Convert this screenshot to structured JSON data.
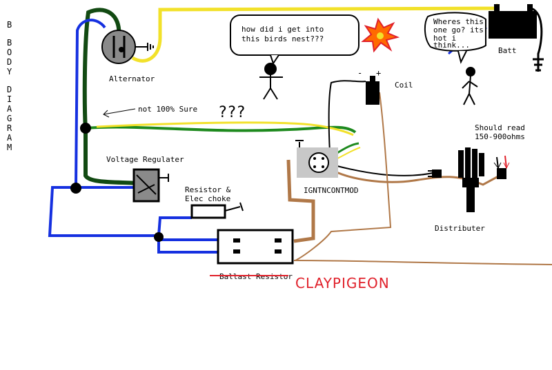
{
  "title_vertical": [
    "B",
    "",
    "B",
    "O",
    "D",
    "Y",
    "",
    "D",
    "I",
    "A",
    "G",
    "R",
    "A",
    "M"
  ],
  "labels": {
    "alternator": "Alternator",
    "voltage_regulator": "Voltage Regulater",
    "resistor_line1": "Resistor &",
    "resistor_line2": "Elec choke",
    "ballast": "Ballast Resistor",
    "ignition": "IGNTNCONTMOD",
    "coil": "Coil",
    "distributor": "Distributer",
    "battery": "Batt",
    "should_read_line1": "Should read",
    "should_read_line2": "150-900ohms",
    "not_sure": "not 100% Sure",
    "signature": "CLAYPIGEON",
    "question_marks": "???",
    "minus": "-",
    "plus": "+"
  },
  "bubbles": {
    "left_line1": "how did i get into",
    "left_line2": "this birds nest???",
    "right_line1": "Wheres this",
    "right_line2": "one go? its",
    "right_line3": "hot i",
    "right_line4": "think..."
  },
  "wire_colors": {
    "yellow": "#f2e12a",
    "green": "#1e8a1e",
    "dark_green": "#124a12",
    "blue": "#1530e0",
    "tan": "#b07848",
    "black": "#000000"
  }
}
